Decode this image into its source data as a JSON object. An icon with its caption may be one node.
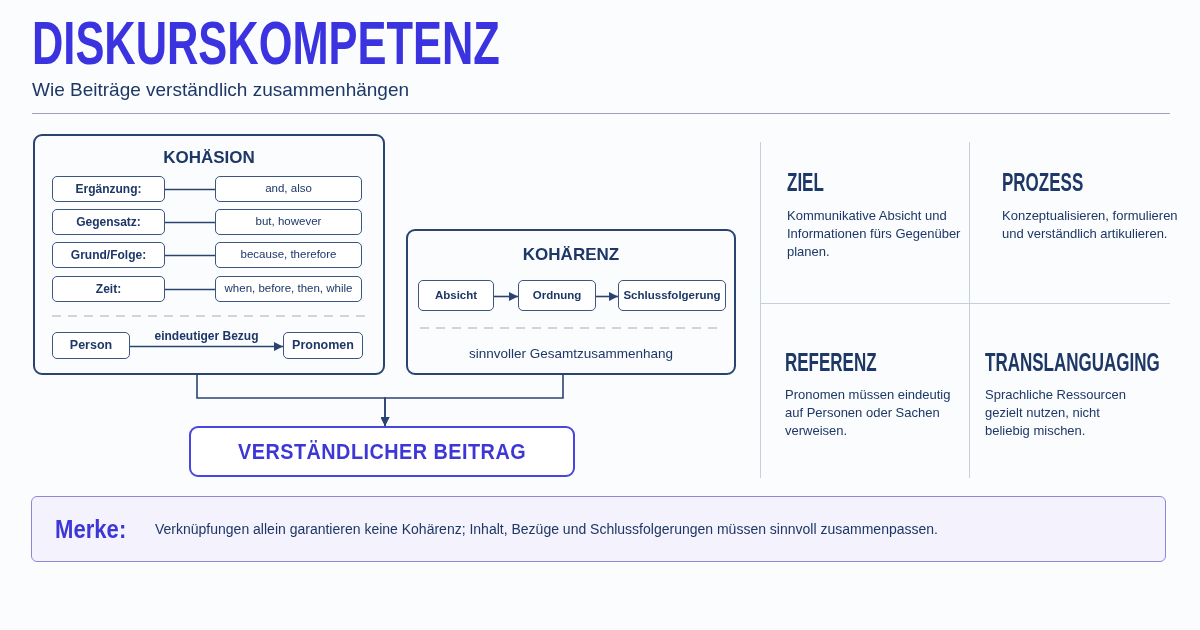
{
  "diagram": {
    "title": "DISKURSKOMPETENZ",
    "nodes": [
      {
        "text": [
          "KOHÄSION"
        ]
      },
      {
        "text": [
          "Ergänzung:"
        ],
        "in": 0
      },
      {
        "text": [
          "and, also"
        ],
        "in": 0
      },
      {
        "text": [
          "Gegensatz:"
        ],
        "in": 0
      },
      {
        "text": [
          "but, however"
        ],
        "in": 0
      },
      {
        "text": [
          "Grund/Folge:"
        ],
        "in": 0
      },
      {
        "text": [
          "because, therefore"
        ],
        "in": 0
      },
      {
        "text": [
          "Zeit:"
        ],
        "in": 0
      },
      {
        "text": [
          "when, before, then, while"
        ],
        "in": 0
      },
      {
        "text": [
          "Person"
        ],
        "in": 0
      },
      {
        "text": [
          "Pronomen"
        ],
        "in": 0
      },
      {
        "text": [
          "KOHÄRENZ",
          "sinnvoller Gesamtzusammenhang"
        ]
      },
      {
        "text": [
          "Absicht"
        ],
        "in": 11
      },
      {
        "text": [
          "Ordnung"
        ],
        "in": 11
      },
      {
        "text": [
          "Schlussfolgerung"
        ],
        "in": 11
      },
      {
        "text": [
          "VERSTÄNDLICHER BEITRAG"
        ]
      },
      {
        "text": [
          "Merke:",
          "Verknüpfungen allein garantieren keine Kohärenz; Inhalt, Bezüge und Schlussfolgerungen müssen sinnvoll zusammenpassen."
        ]
      }
    ],
    "edges": [
      {
        "from": 1,
        "to": 2,
        "arrow": "none"
      },
      {
        "from": 3,
        "to": 4,
        "arrow": "none"
      },
      {
        "from": 5,
        "to": 6,
        "arrow": "none"
      },
      {
        "from": 7,
        "to": 8,
        "arrow": "none"
      },
      {
        "from": 9,
        "to": 10,
        "arrow": "to",
        "label": "eindeutiger Bezug"
      },
      {
        "from": 12,
        "to": 13,
        "arrow": "to"
      },
      {
        "from": 13,
        "to": 14,
        "arrow": "to"
      },
      {
        "from": 0,
        "to": 15,
        "arrow": "to"
      },
      {
        "from": 11,
        "to": 15,
        "arrow": "to"
      }
    ],
    "labels": [
      "Wie Beiträge verständlich zusammenhängen",
      "ZIEL",
      "Kommunikative Absicht und Informationen fürs Gegenüber planen.",
      "PROZESS",
      "Konzeptualisieren, formulieren und verständlich artikulieren.",
      "REFERENZ",
      "Pronomen müssen eindeutig auf Personen oder Sachen verweisen.",
      "TRANSLANGUAGING",
      "Sprachliche Ressourcen gezielt nutzen, nicht beliebig mischen."
    ]
  }
}
